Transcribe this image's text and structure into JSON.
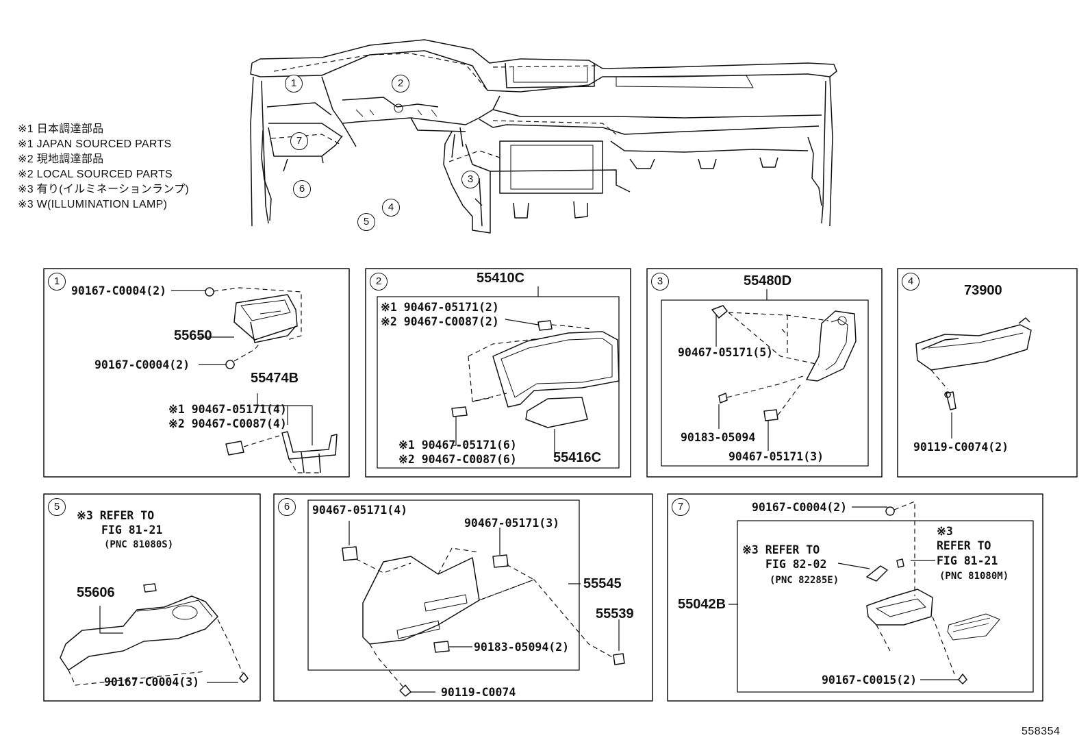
{
  "legend": [
    "※1 日本調達部品",
    "※1 JAPAN SOURCED PARTS",
    "※2 現地調達部品",
    "※2 LOCAL SOURCED PARTS",
    "※3 有り(イルミネーションランプ)",
    "※3 W(ILLUMINATION LAMP)"
  ],
  "overview_callouts": [
    "1",
    "2",
    "3",
    "4",
    "5",
    "6",
    "7"
  ],
  "panel1": {
    "num": "1",
    "part_main": "55650",
    "part_55474b": "55474B",
    "clip_top": "90167-C0004(2)",
    "clip_mid": "90167-C0004(2)",
    "clip_a": "※1 90467-05171(4)",
    "clip_b": "※2 90467-C0087(4)"
  },
  "panel2": {
    "num": "2",
    "part_main": "55410C",
    "part_sub": "55416C",
    "clip_a": "※1 90467-05171(2)",
    "clip_b": "※2 90467-C0087(2)",
    "clip_c": "※1 90467-05171(6)",
    "clip_d": "※2 90467-C0087(6)"
  },
  "panel3": {
    "num": "3",
    "part_main": "55480D",
    "clip_a": "90467-05171(5)",
    "clip_b": "90183-05094",
    "clip_c": "90467-05171(3)"
  },
  "panel4": {
    "num": "4",
    "part_main": "73900",
    "bolt": "90119-C0074(2)"
  },
  "panel5": {
    "num": "5",
    "ref1": "※3 REFER TO",
    "ref2": "FIG 81-21",
    "ref3": "(PNC 81080S)",
    "part_main": "55606",
    "clip": "90167-C0004(3)"
  },
  "panel6": {
    "num": "6",
    "clip_a": "90467-05171(4)",
    "clip_b": "90467-05171(3)",
    "part_main": "55545",
    "part_sub": "55539",
    "clip_c": "90183-05094(2)",
    "bolt": "90119-C0074"
  },
  "panel7": {
    "num": "7",
    "clip_top": "90167-C0004(2)",
    "refA1": "※3 REFER TO",
    "refA2": "FIG 82-02",
    "refA3": "(PNC 82285E)",
    "refB0": "※3",
    "refB1": "REFER TO",
    "refB2": "FIG 81-21",
    "refB3": "(PNC 81080M)",
    "part_main": "55042B",
    "clip_bottom": "90167-C0015(2)"
  },
  "figure_id": "558354"
}
